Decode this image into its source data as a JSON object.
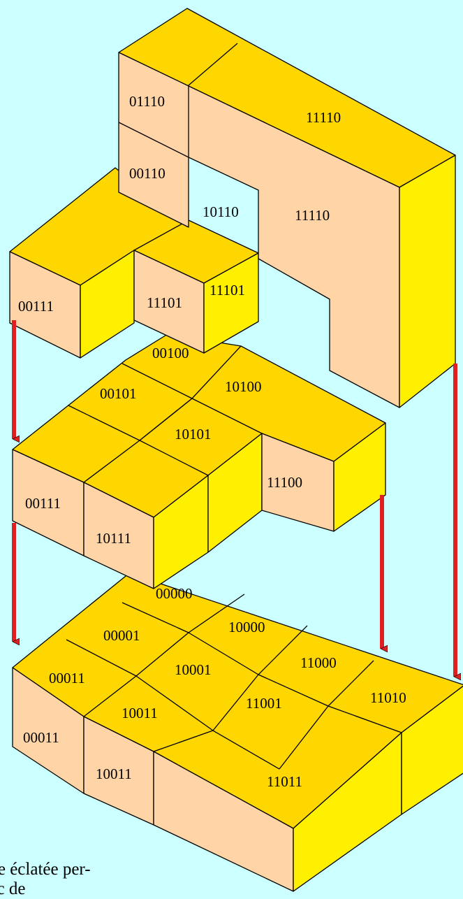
{
  "colors": {
    "background": "#ccffff",
    "top_face": "#ffd700",
    "front_face": "#ffd5a8",
    "side_face": "#fff000",
    "arrow": "#e02020"
  },
  "caption": {
    "line1": "cture éclatée per-",
    "line2": "rs i c de"
  },
  "layers": {
    "top": {
      "front_cells": [
        "01110",
        "00110",
        "10110"
      ],
      "large_cell_top": "11110",
      "large_cell_front": "11110",
      "small_block_left": "00111",
      "small_block_front": "11101",
      "small_block_side": "11101"
    },
    "middle": {
      "top_cells": [
        "00100",
        "00101",
        "10100",
        "10101"
      ],
      "front_cells": [
        "00111",
        "10111"
      ],
      "right_block": "11100"
    },
    "bottom": {
      "top_cells": [
        "00000",
        "00001",
        "10000",
        "10001",
        "11000",
        "00011",
        "10011",
        "11001",
        "11010"
      ],
      "front_cells": [
        "00011",
        "10011",
        "11011"
      ]
    }
  }
}
